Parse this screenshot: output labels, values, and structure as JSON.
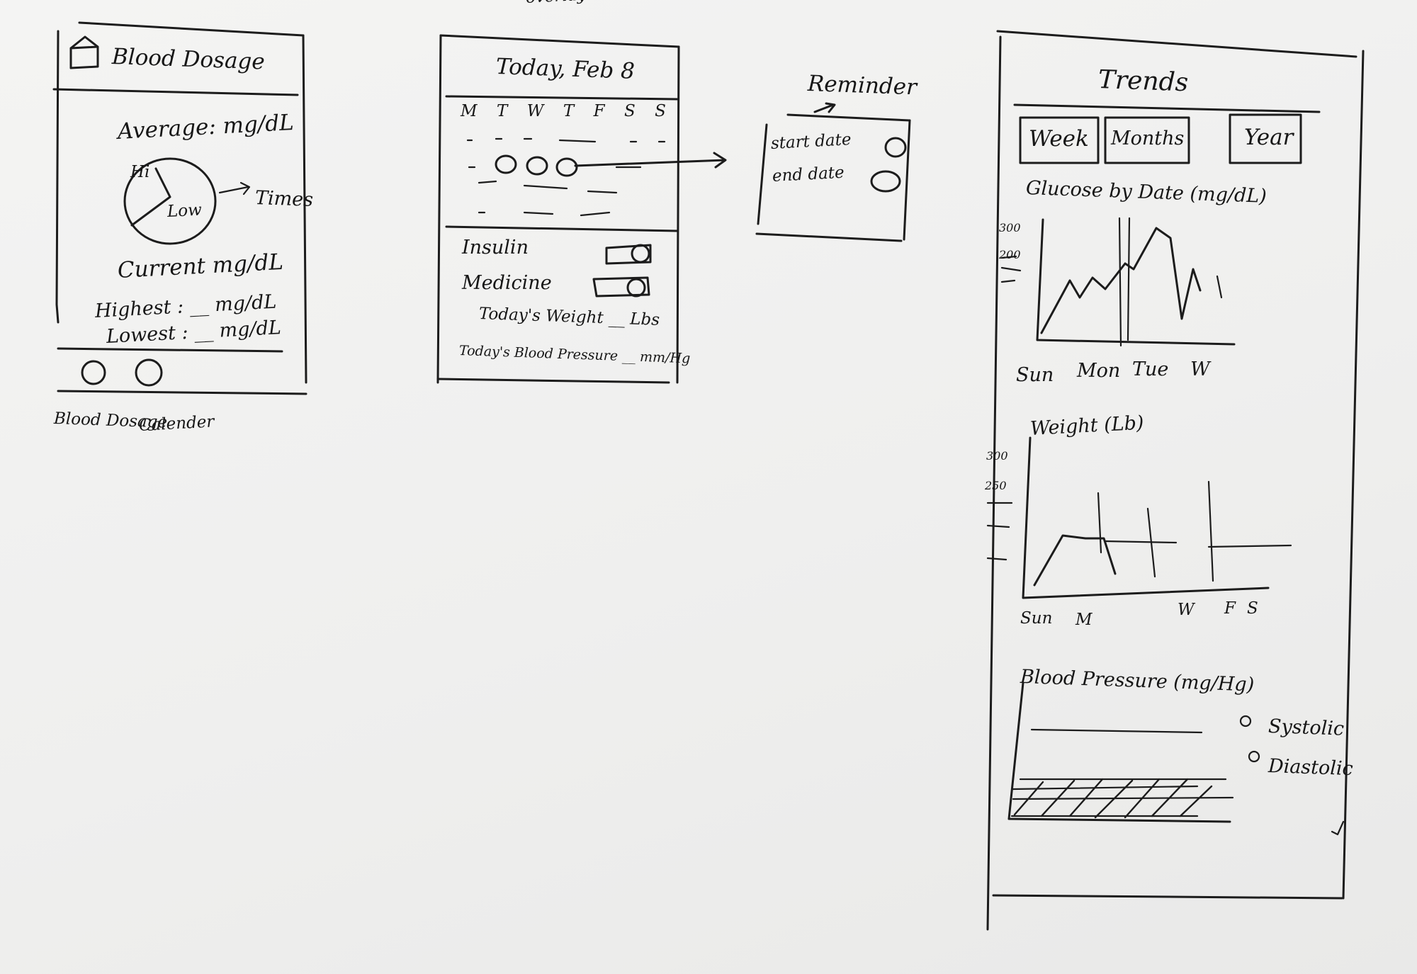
{
  "overlay_label": "overlay",
  "screen1": {
    "title": "Blood Dosage",
    "average": "Average: mg/dL",
    "pie": {
      "hi_label": "Hi",
      "low_label": "Low",
      "times_label": "Times"
    },
    "current": "Current mg/dL",
    "highest": "Highest : __ mg/dL",
    "lowest": "Lowest : __ mg/dL",
    "nav": [
      "Blood Dosage",
      "Calender"
    ]
  },
  "screen2": {
    "title": "Today, Feb 8",
    "weekdays": [
      "M",
      "T",
      "W",
      "T",
      "F",
      "S",
      "S"
    ],
    "toggles": [
      {
        "label": "Insulin",
        "state": "on"
      },
      {
        "label": "Medicine",
        "state": "on"
      }
    ],
    "weight": "Today's Weight __ Lbs",
    "bp": "Today's Blood Pressure __ mm/Hg"
  },
  "reminder": {
    "title": "Reminder",
    "rows": [
      "start date",
      "end date"
    ]
  },
  "trends": {
    "title": "Trends",
    "tabs": [
      "Week",
      "Months",
      "Year"
    ],
    "glucose_title": "Glucose by Date (mg/dL)",
    "glucose_ticks": [
      "300",
      "200"
    ],
    "glucose_days": [
      "Sun",
      "Mon",
      "Tue",
      "W"
    ],
    "weight_title": "Weight (Lb)",
    "weight_ticks": [
      "300",
      "250"
    ],
    "weight_days": [
      "Sun",
      "M",
      "W",
      "F",
      "S"
    ],
    "bp_title": "Blood Pressure (mg/Hg)",
    "bp_legend": [
      "Systolic",
      "Diastolic"
    ]
  }
}
